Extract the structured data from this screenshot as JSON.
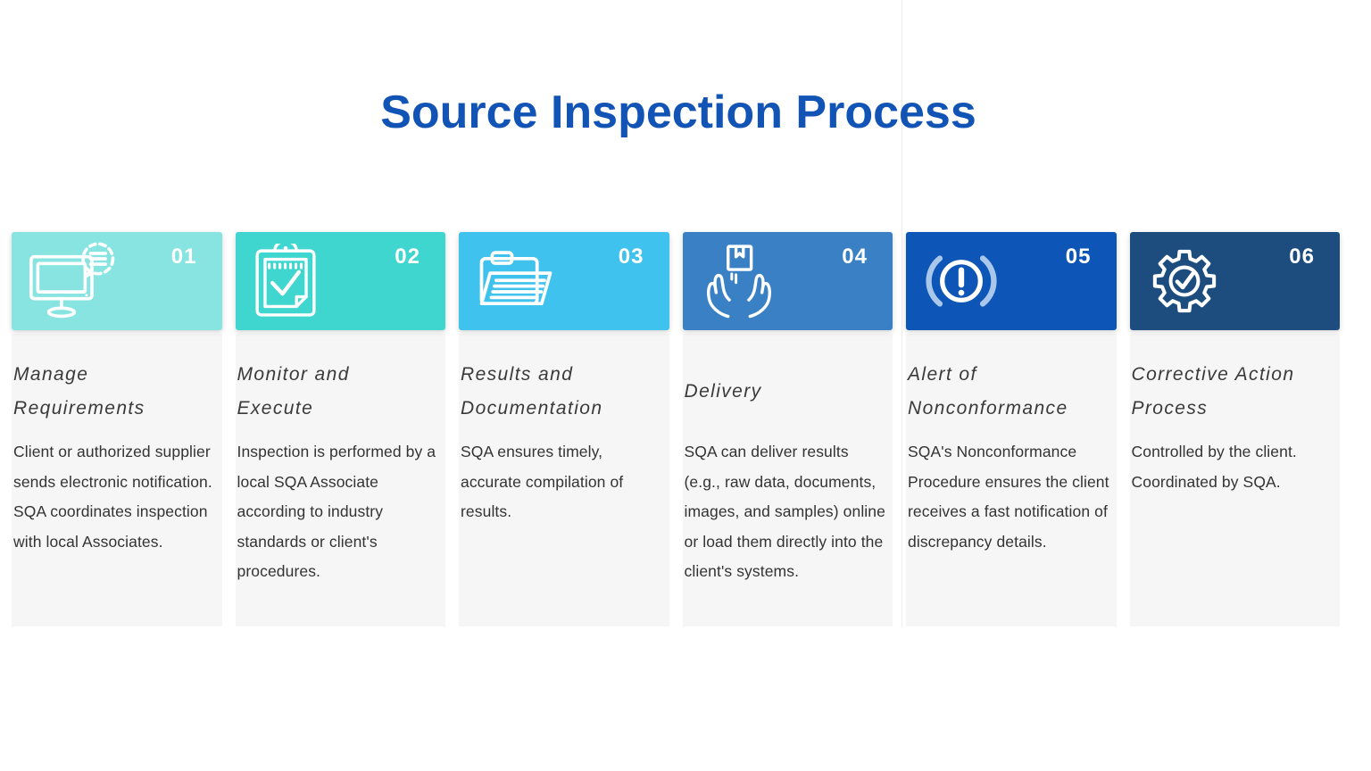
{
  "page": {
    "title": "Source Inspection Process",
    "title_color": "#1254b6",
    "background_color": "#ffffff",
    "divider_color": "#ededed",
    "panel_color": "#f6f6f6"
  },
  "steps": [
    {
      "number": "01",
      "icon": "monitor-notification-icon",
      "header_color": "#87e4e0",
      "title": "Manage\nRequirements",
      "description": "Client or authorized supplier sends electronic notification. SQA coordinates inspection with local Associates."
    },
    {
      "number": "02",
      "icon": "clipboard-check-icon",
      "header_color": "#3fd6d0",
      "title": "Monitor and\nExecute",
      "description": "Inspection is performed by a local SQA Associate according to industry standards or client's procedures."
    },
    {
      "number": "03",
      "icon": "folder-documents-icon",
      "header_color": "#3fc2ed",
      "title": "Results and\nDocumentation",
      "description": "SQA ensures timely, accurate compilation of results."
    },
    {
      "number": "04",
      "icon": "hands-package-icon",
      "header_color": "#3a80c4",
      "title": "Delivery",
      "description": "SQA can deliver results (e.g., raw data, documents, images, and samples) online or load them directly into the client's systems."
    },
    {
      "number": "05",
      "icon": "brake-alert-icon",
      "header_color": "#0d55b6",
      "accent_color": "#a9c7ea",
      "title": "Alert of\nNonconformance",
      "description": "SQA's Nonconformance Procedure ensures the client receives a fast notification of discrepancy details."
    },
    {
      "number": "06",
      "icon": "gear-check-icon",
      "header_color": "#1d4d7e",
      "title": "Corrective Action\nProcess",
      "description": "Controlled by the client. Coordinated by SQA."
    }
  ]
}
